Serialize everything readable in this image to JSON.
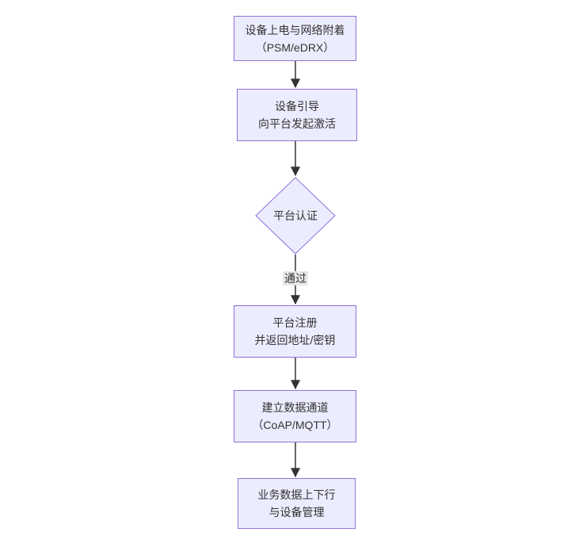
{
  "diagram": {
    "type": "flowchart",
    "direction": "top-down",
    "colors": {
      "background": "#ffffff",
      "node_fill": "#ECECFF",
      "node_border": "#9370DB",
      "edge_color": "#333333",
      "text_color": "#333333",
      "edge_label_bg": "#e8e8e8"
    },
    "nodes": [
      {
        "id": "power-attach",
        "shape": "rect",
        "lines": [
          "设备上电与网络附着",
          "（PSM/eDRX）"
        ]
      },
      {
        "id": "bootstrap",
        "shape": "rect",
        "lines": [
          "设备引导",
          "向平台发起激活"
        ]
      },
      {
        "id": "platform-auth",
        "shape": "diamond",
        "lines": [
          "平台认证"
        ]
      },
      {
        "id": "platform-register",
        "shape": "rect",
        "lines": [
          "平台注册",
          "并返回地址/密钥"
        ]
      },
      {
        "id": "data-channel",
        "shape": "rect",
        "lines": [
          "建立数据通道",
          "（CoAP/MQTT）"
        ]
      },
      {
        "id": "business-data",
        "shape": "rect",
        "lines": [
          "业务数据上下行",
          "与设备管理"
        ]
      }
    ],
    "edges": [
      {
        "from": "power-attach",
        "to": "bootstrap",
        "label": ""
      },
      {
        "from": "bootstrap",
        "to": "platform-auth",
        "label": ""
      },
      {
        "from": "platform-auth",
        "to": "platform-register",
        "label": "通过"
      },
      {
        "from": "platform-register",
        "to": "data-channel",
        "label": ""
      },
      {
        "from": "data-channel",
        "to": "business-data",
        "label": ""
      }
    ]
  }
}
